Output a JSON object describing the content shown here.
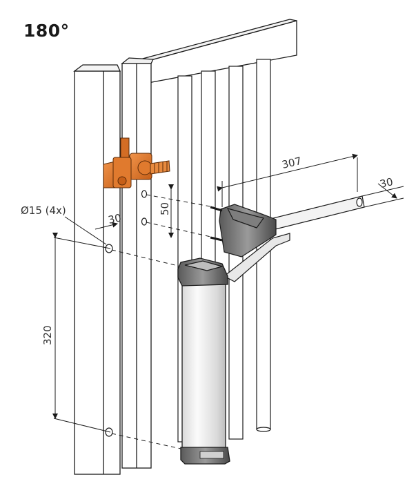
{
  "title": "180°",
  "dimensions": {
    "arm_length": "307",
    "arm_offset": "30",
    "hole_spacing": "50",
    "post_offset": "30",
    "hole_diameter": "Ø15 (4x)",
    "vertical_spacing": "320"
  },
  "colors": {
    "hinge": "#e07a2e",
    "line": "#1a1a1a",
    "body": "#e9e9e9",
    "dark_cap": "#6b6b6b"
  }
}
